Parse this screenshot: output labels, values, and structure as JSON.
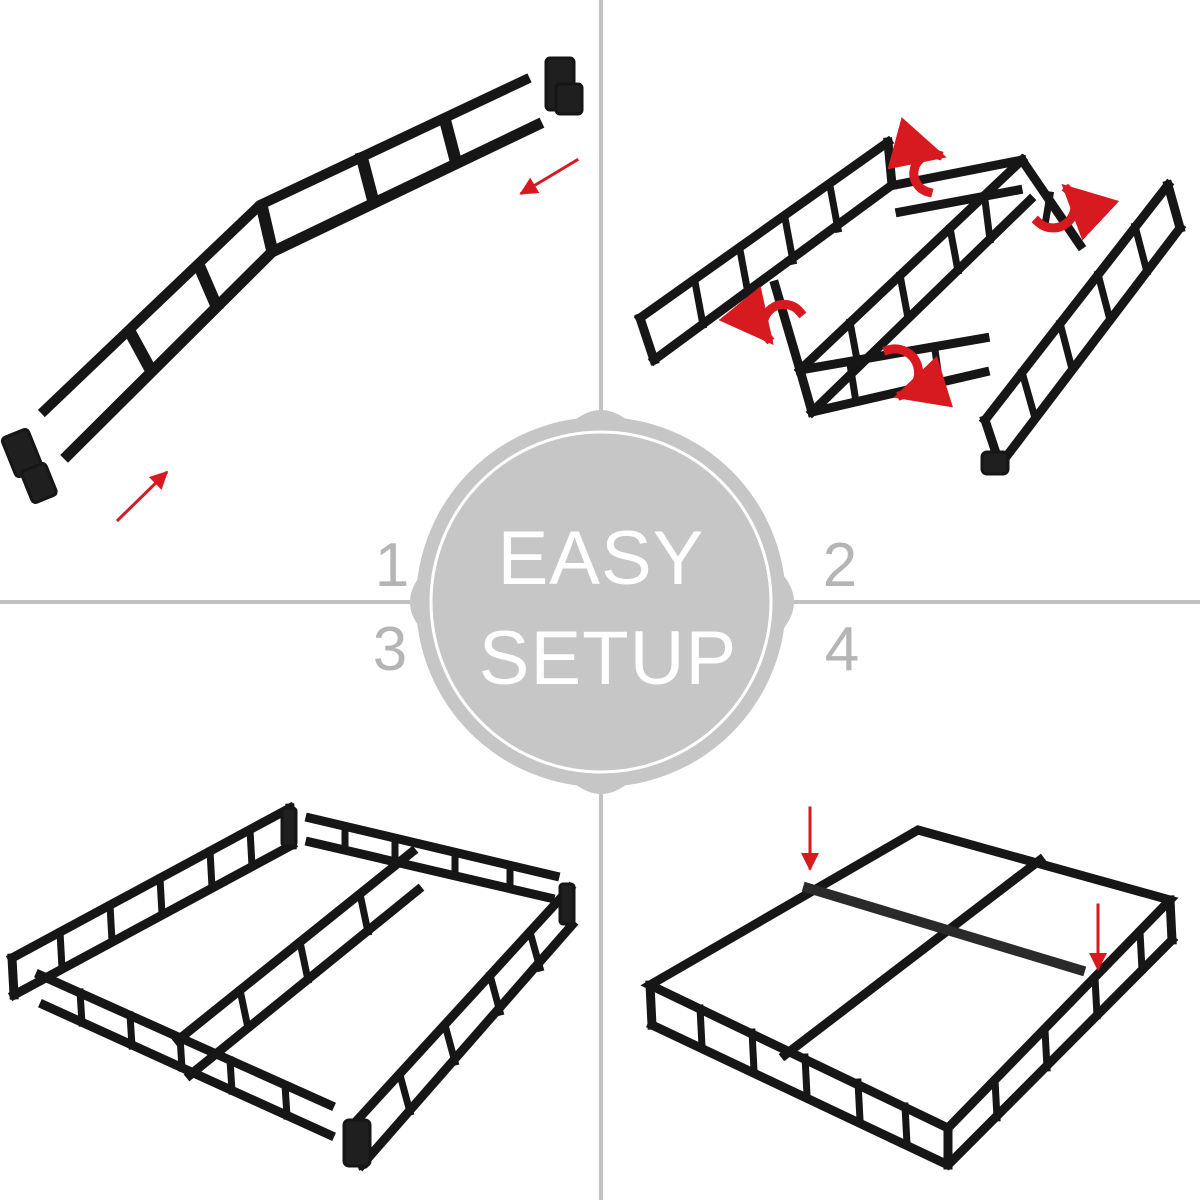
{
  "badge": {
    "line1": "EASY",
    "line2": "SETUP"
  },
  "steps": [
    "1",
    "2",
    "3",
    "4"
  ],
  "colors": {
    "divider": "#c2c2c2",
    "badge_fill": "#c6c6c6",
    "frame": "#161616",
    "arrow": "#d71920",
    "step_number": "#b5b5b5"
  },
  "icons": {
    "direction_arrow": "red-arrow-icon",
    "rotate_arrow": "red-rotate-arrow-icon"
  }
}
